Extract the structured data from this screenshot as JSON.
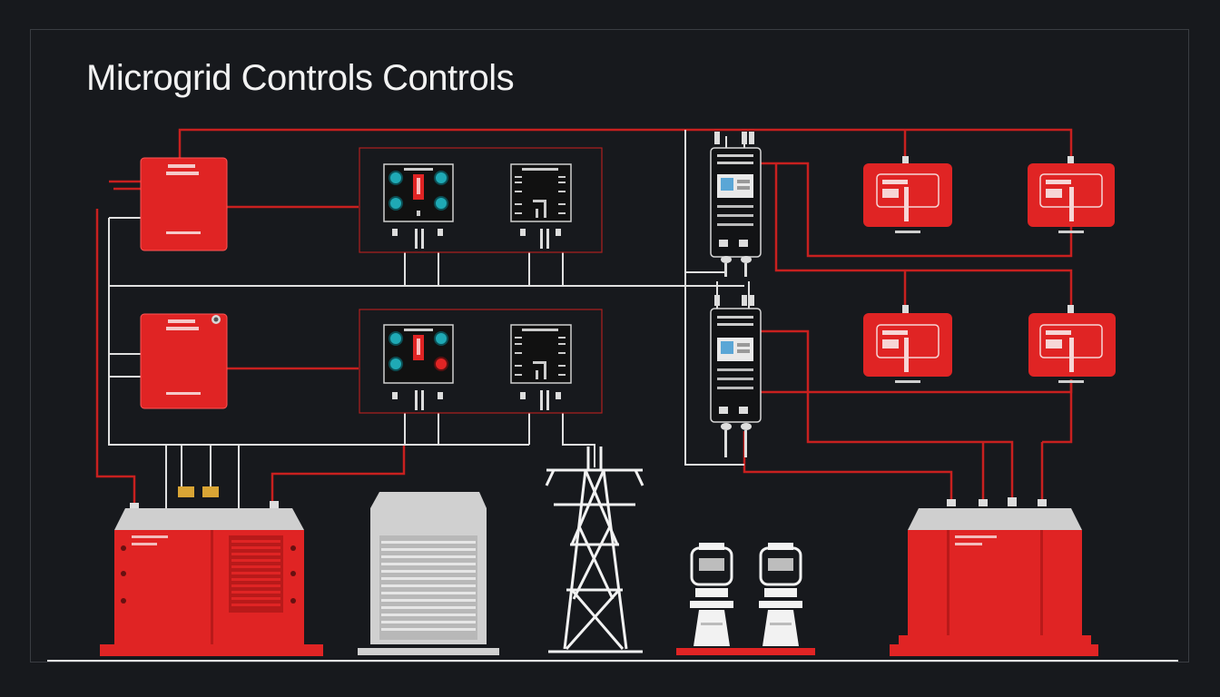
{
  "diagram": {
    "title": "Microgrid Controls Controls"
  },
  "colors": {
    "background": "#17191d",
    "accent_red": "#e02424",
    "wire_red": "#c8201f",
    "wire_white": "#e8e8e8",
    "panel_teal": "#1fa9b5",
    "equipment_grey": "#cfcfcf"
  },
  "icons": [
    "controller-box",
    "switch-panel",
    "breaker-column",
    "relay-box",
    "generator-cabinet",
    "transformer",
    "transmission-tower",
    "insulator"
  ]
}
